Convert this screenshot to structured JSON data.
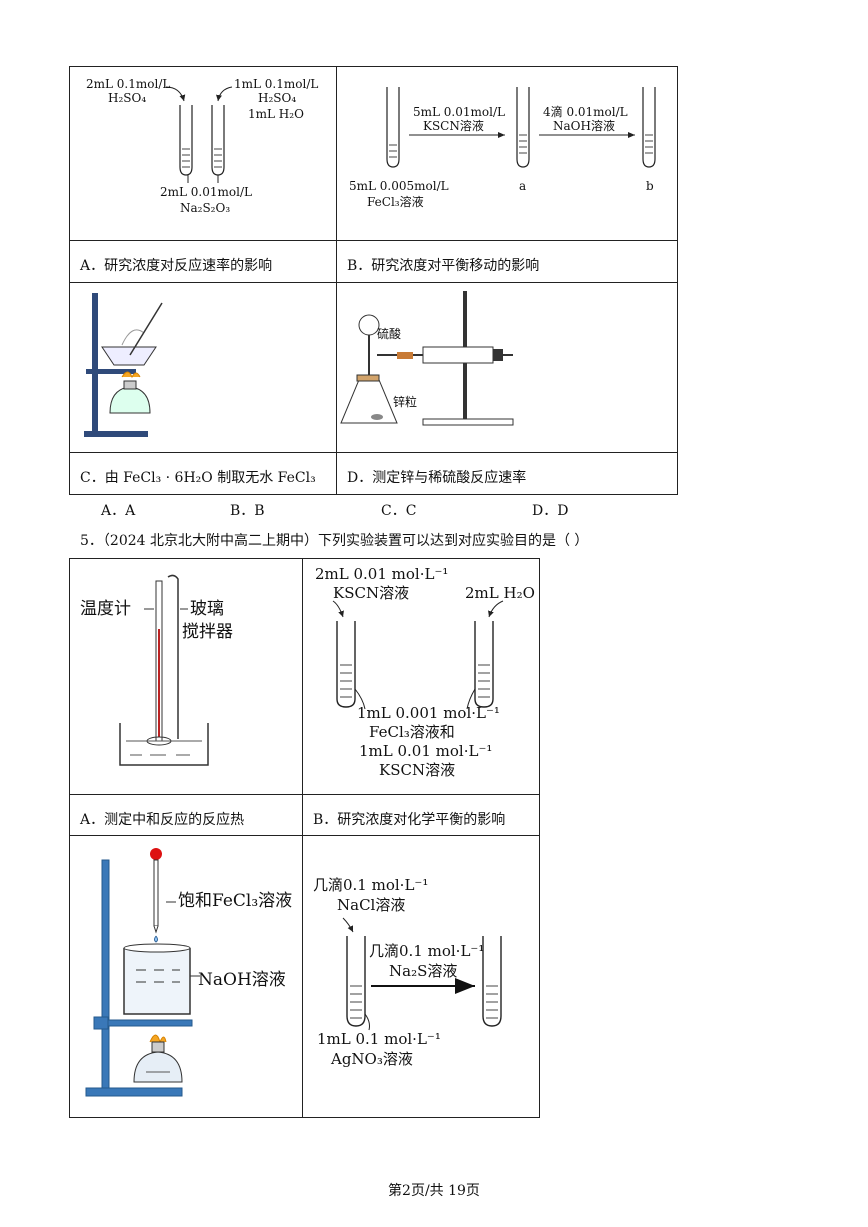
{
  "q4": {
    "cell_a": {
      "label_left_1": "2mL 0.1mol/L",
      "label_left_2": "H₂SO₄",
      "label_right_1": "1mL 0.1mol/L",
      "label_right_2": "H₂SO₄",
      "label_right_3": "1mL H₂O",
      "label_bottom_1": "2mL 0.01mol/L",
      "label_bottom_2": "Na₂S₂O₃",
      "caption": "A．研究浓度对反应速率的影响"
    },
    "cell_b": {
      "arrow1_top": "5mL 0.01mol/L",
      "arrow1_bottom": "KSCN溶液",
      "arrow2_top": "4滴 0.01mol/L",
      "arrow2_bottom": "NaOH溶液",
      "label_bottom_1": "5mL 0.005mol/L",
      "label_bottom_2": "FeCl₃溶液",
      "tube_a": "a",
      "tube_b": "b",
      "caption": "B．研究浓度对平衡移动的影响"
    },
    "cell_c": {
      "caption": "C．由 FeCl₃ · 6H₂O 制取无水 FeCl₃"
    },
    "cell_d": {
      "label_acid": "硫酸",
      "label_zinc": "锌粒",
      "caption": "D．测定锌与稀硫酸反应速率"
    },
    "choices": [
      "A．A",
      "B．B",
      "C．C",
      "D．D"
    ]
  },
  "q5": {
    "stem": "5．（2024 北京北大附中高二上期中）下列实验装置可以达到对应实验目的是（    ）",
    "cell_a": {
      "label_thermo": "温度计",
      "label_stirrer_1": "玻璃",
      "label_stirrer_2": "搅拌器",
      "caption": "A．测定中和反应的反应热"
    },
    "cell_b": {
      "label_left_1": "2mL 0.01 mol·L⁻¹",
      "label_left_2": "KSCN溶液",
      "label_right": "2mL H₂O",
      "label_bottom_1": "1mL 0.001 mol·L⁻¹",
      "label_bottom_2": "FeCl₃溶液和",
      "label_bottom_3": "1mL 0.01 mol·L⁻¹",
      "label_bottom_4": "KSCN溶液",
      "caption": "B．研究浓度对化学平衡的影响"
    },
    "cell_c": {
      "label_fecl3": "饱和FeCl₃溶液",
      "label_naoh": "NaOH溶液"
    },
    "cell_d": {
      "label_top_1": "几滴0.1 mol·L⁻¹",
      "label_top_2": "NaCl溶液",
      "arrow_top_1": "几滴0.1 mol·L⁻¹",
      "arrow_top_2": "Na₂S溶液",
      "label_bottom_1": "1mL 0.1 mol·L⁻¹",
      "label_bottom_2": "AgNO₃溶液"
    }
  },
  "footer": {
    "page": "第2页/共 19页"
  }
}
